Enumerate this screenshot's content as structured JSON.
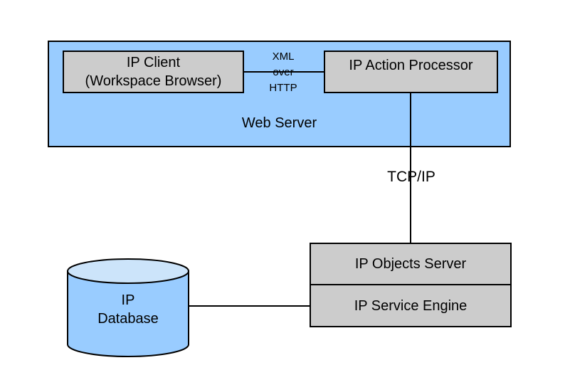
{
  "diagram": {
    "web_server": {
      "label": "Web Server"
    },
    "ip_client": {
      "label_line1": "IP Client",
      "label_line2": "(Workspace Browser)"
    },
    "ip_action_processor": {
      "label": "IP Action Processor"
    },
    "ip_objects_server": {
      "label": "IP Objects Server"
    },
    "ip_service_engine": {
      "label": "IP Service Engine"
    },
    "ip_database": {
      "label_line1": "IP",
      "label_line2": "Database"
    },
    "connections": {
      "xml_over_http": {
        "line1": "XML",
        "line2": "over",
        "line3": "HTTP"
      },
      "tcp_ip": {
        "label": "TCP/IP"
      }
    }
  },
  "colors": {
    "container_fill": "#99CCFF",
    "box_fill": "#CCCCCC",
    "cylinder_body_fill": "#99CCFF",
    "cylinder_top_fill": "#CCE4FA",
    "stroke": "#000000",
    "background": "#FFFFFF"
  }
}
